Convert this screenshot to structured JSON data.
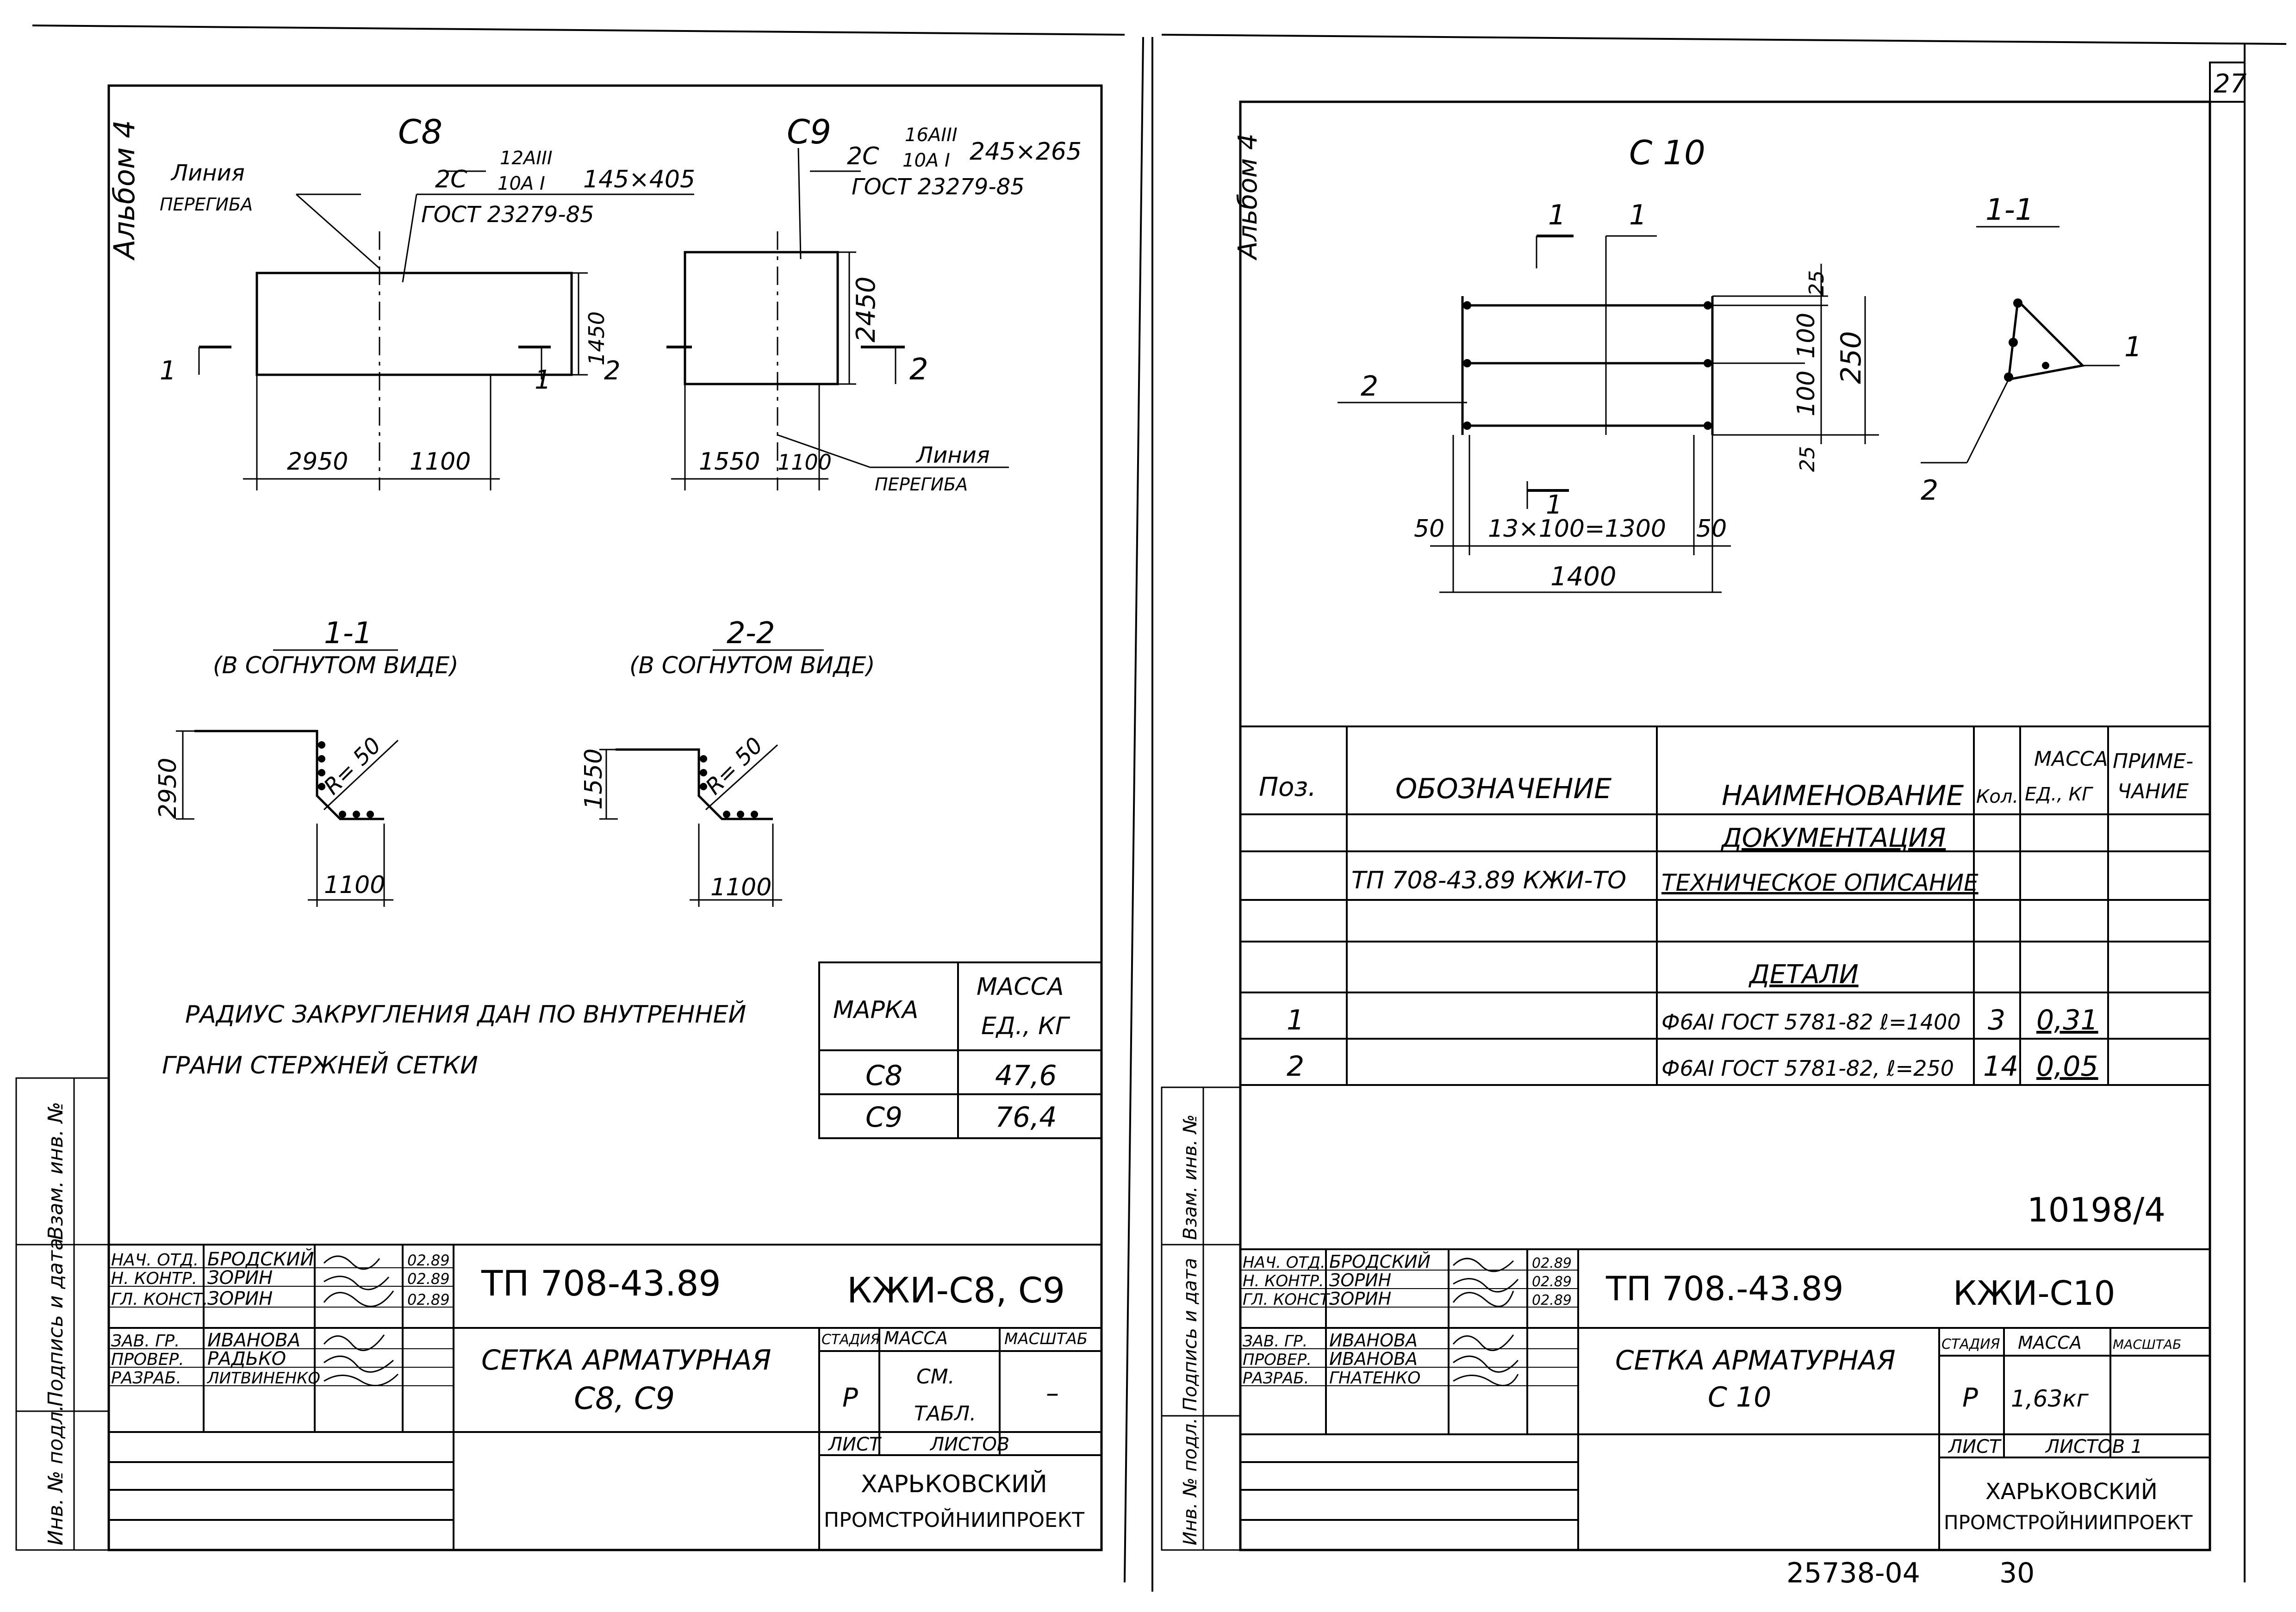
{
  "left_sheet": {
    "album": "Альбом 4",
    "c8": {
      "mark": "С8",
      "bend_line_label_1": "Линия",
      "bend_line_label_2": "перегиба",
      "spec_prefix": "2С",
      "spec_num": "12АIII",
      "spec_den": "10А I",
      "spec_size": "145×405",
      "gost": "ГОСТ 23279-85",
      "height": "1450",
      "dim_1": "2950",
      "dim_2": "1100",
      "cut_mark": "1"
    },
    "c9": {
      "mark": "С9",
      "spec_prefix": "2С",
      "spec_num": "16АIII",
      "spec_den": "10А I",
      "spec_size": "245×265",
      "gost": "ГОСТ 23279-85",
      "height": "2450",
      "dim_1": "1550",
      "dim_2": "1100",
      "bend_line_label_1": "Линия",
      "bend_line_label_2": "перегиба",
      "cut_mark": "2"
    },
    "sec11": {
      "title": "1-1",
      "subtitle": "(в согнутом виде)",
      "vert": "2950",
      "radius": "R= 50",
      "horiz": "1100"
    },
    "sec22": {
      "title": "2-2",
      "subtitle": "(в согнутом виде)",
      "vert": "1550",
      "radius": "R= 50",
      "horiz": "1100"
    },
    "note_1": "Радиус закругления дан по внутренней",
    "note_2": "грани стержней сетки",
    "mass_table": {
      "header_mark": "Марка",
      "header_mass_1": "Масса",
      "header_mass_2": "ед., кг",
      "rows": [
        {
          "mark": "С8",
          "mass": "47,6"
        },
        {
          "mark": "С9",
          "mass": "76,4"
        }
      ]
    },
    "side_labels": {
      "vzam": "Взам. инв. №",
      "podpis": "Подпись и дата",
      "inv": "Инв. № подл."
    },
    "title_block": {
      "doc_code": "ТП 708-43.89",
      "sheet_code": "КЖИ-С8, С9",
      "staff": [
        {
          "role": "Нач. отд.",
          "name": "Бродский",
          "date": "02.89"
        },
        {
          "role": "Н. контр.",
          "name": "Зорин",
          "date": "02.89"
        },
        {
          "role": "Гл. конст.",
          "name": "Зорин",
          "date": "02.89"
        },
        {
          "role": "Зав. гр.",
          "name": "Иванова",
          "date": ""
        },
        {
          "role": "Провер.",
          "name": "Радько",
          "date": ""
        },
        {
          "role": "Разраб.",
          "name": "Литвиненко",
          "date": ""
        }
      ],
      "name_1": "Сетка арматурная",
      "name_2": "С8, С9",
      "stage_h": "Стадия",
      "mass_h": "Масса",
      "scale_h": "Масштаб",
      "stage": "Р",
      "mass_1": "см.",
      "mass_2": "табл.",
      "scale": "–",
      "sheet_h": "Лист",
      "sheets_h": "Листов",
      "org_1": "ХАРЬКОВСКИЙ",
      "org_2": "ПРОМСТРОЙНИИПРОЕКТ"
    }
  },
  "right_sheet": {
    "page_number": "27",
    "album": "Альбом 4",
    "c10": {
      "mark": "С 10",
      "cut_1": "1",
      "cut_2": "1",
      "top_25": "25",
      "mid_100_a": "100",
      "total_250": "250",
      "mid_100_b": "100",
      "bottom_25": "25",
      "pos_2": "2",
      "pos_1": "1",
      "left_50": "50",
      "pitch": "13×100=1300",
      "right_50": "50",
      "overall": "1400"
    },
    "sec11": {
      "title": "1-1",
      "pos_1": "1",
      "pos_2": "2"
    },
    "spec_table": {
      "headers": {
        "pos": "Поз.",
        "designation": "Обозначение",
        "name": "Наименование",
        "qty": "Кол.",
        "mass_1": "Масса",
        "mass_2": "ед., кг",
        "note_1": "Приме-",
        "note_2": "чание"
      },
      "sections": {
        "docs": "Документация",
        "details": "Детали"
      },
      "doc_row": {
        "designation": "ТП 708-43.89  КЖИ-ТО",
        "name": "Техническое описание"
      },
      "rows": [
        {
          "pos": "1",
          "name": "Ф6АI ГОСТ 5781-82 ℓ=1400",
          "qty": "3",
          "mass": "0,31"
        },
        {
          "pos": "2",
          "name": "Ф6АI ГОСТ 5781-82, ℓ=250",
          "qty": "14",
          "mass": "0,05"
        }
      ]
    },
    "handwritten_note": "10198/4",
    "side_labels": {
      "vzam": "Взам. инв. №",
      "podpis": "Подпись и дата",
      "inv": "Инв. № подл."
    },
    "title_block": {
      "doc_code": "ТП 708.-43.89",
      "sheet_code": "КЖИ-С10",
      "staff": [
        {
          "role": "Нач. отд.",
          "name": "Бродский",
          "date": "02.89"
        },
        {
          "role": "Н. контр.",
          "name": "Зорин",
          "date": "02.89"
        },
        {
          "role": "Гл. конст.",
          "name": "Зорин",
          "date": "02.89"
        },
        {
          "role": "Зав. гр.",
          "name": "Иванова",
          "date": ""
        },
        {
          "role": "Провер.",
          "name": "Иванова",
          "date": ""
        },
        {
          "role": "Разраб.",
          "name": "Гнатенко",
          "date": ""
        }
      ],
      "name_1": "Сетка арматурная",
      "name_2": "С 10",
      "stage_h": "Стадия",
      "mass_h": "Масса",
      "scale_h": "Масштаб",
      "stage": "Р",
      "mass": "1,63кг",
      "sheet_h": "Лист",
      "sheets_h": "Листов 1",
      "org_1": "ХАРЬКОВСКИЙ",
      "org_2": "ПРОМСТРОЙНИИПРОЕКТ"
    },
    "footer_code": "25738-04",
    "footer_page": "30"
  }
}
